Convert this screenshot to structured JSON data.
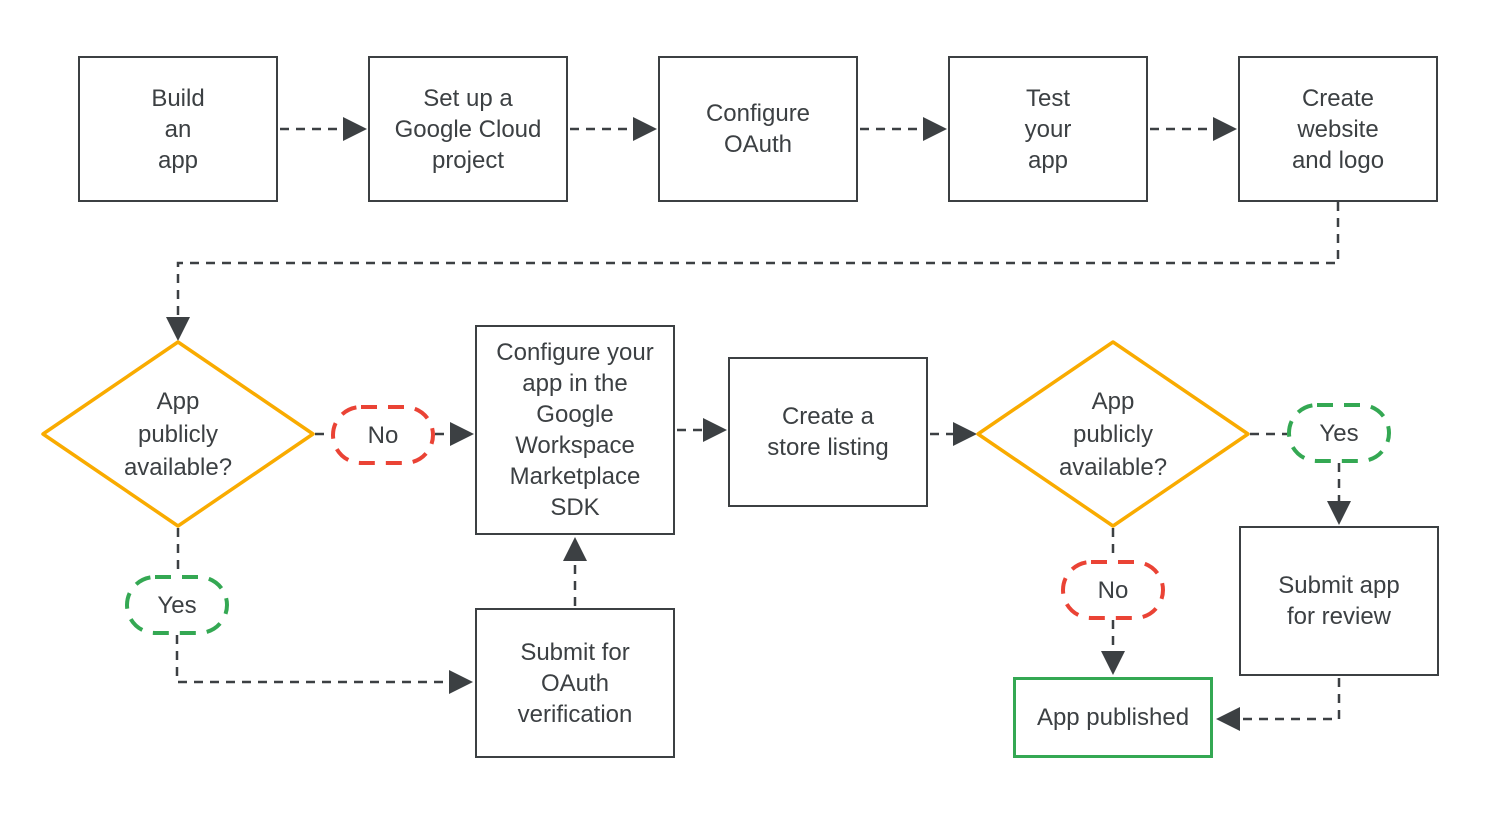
{
  "colors": {
    "dark": "#3C4043",
    "yellow": "#F9AB00",
    "red": "#EA4335",
    "green": "#34A853",
    "background": "#ffffff"
  },
  "nodes": {
    "build_app": {
      "label": "Build\nan\napp"
    },
    "setup_project": {
      "label": "Set up a\nGoogle Cloud\nproject"
    },
    "configure_oauth": {
      "label": "Configure\nOAuth"
    },
    "test_app": {
      "label": "Test\nyour\napp"
    },
    "create_website": {
      "label": "Create\nwebsite\nand logo"
    },
    "decision1": {
      "label": "App\npublicly\navailable?"
    },
    "no1": {
      "label": "No"
    },
    "configure_sdk": {
      "label": "Configure your\napp in the\nGoogle\nWorkspace\nMarketplace\nSDK"
    },
    "store_listing": {
      "label": "Create a\nstore listing"
    },
    "decision2": {
      "label": "App\npublicly\navailable?"
    },
    "yes2": {
      "label": "Yes"
    },
    "yes1": {
      "label": "Yes"
    },
    "submit_oauth": {
      "label": "Submit for\nOAuth\nverification"
    },
    "submit_review": {
      "label": "Submit app\nfor review"
    },
    "no2": {
      "label": "No"
    },
    "app_published": {
      "label": "App published"
    }
  }
}
